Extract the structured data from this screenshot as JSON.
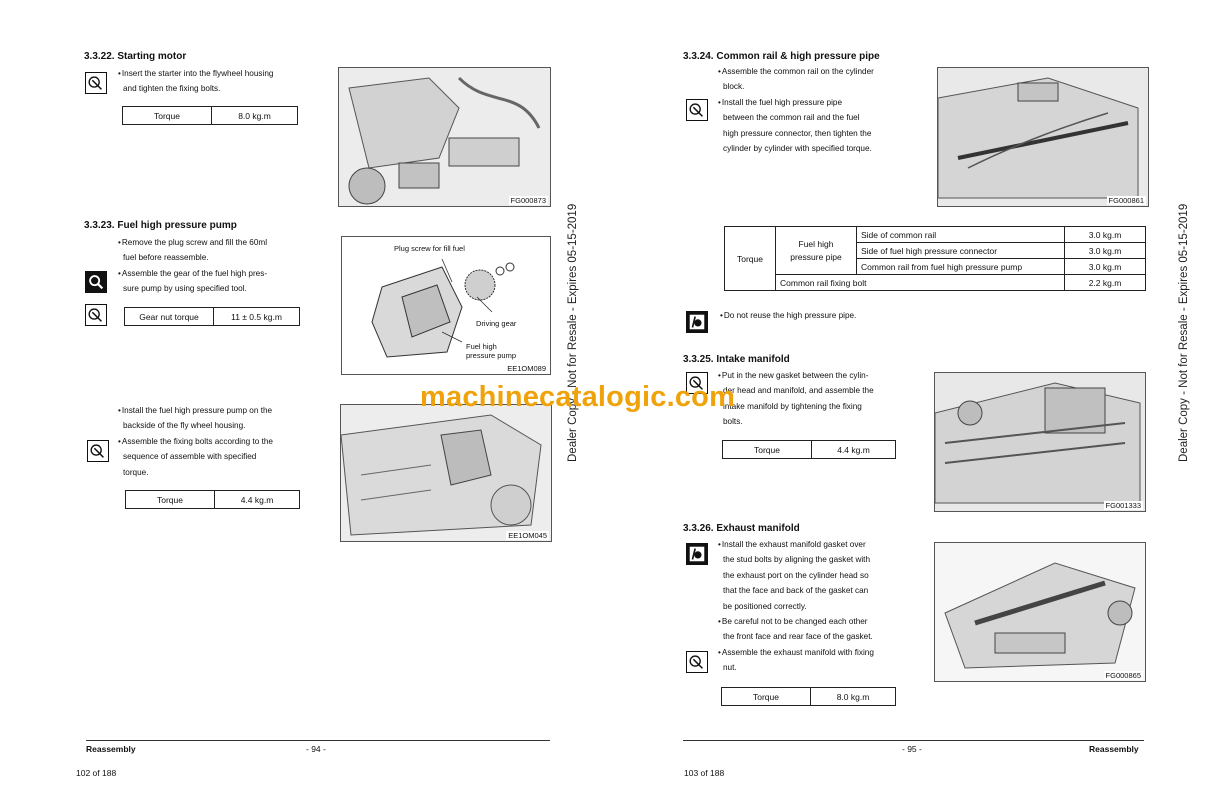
{
  "left": {
    "s3322": {
      "title": "3.3.22. Starting motor",
      "l1": "Insert the starter into the flywheel housing",
      "l2": "and tighten the fixing bolts.",
      "torque_label": "Torque",
      "torque_value": "8.0 kg.m",
      "fig_code": "FG000873"
    },
    "s3323": {
      "title": "3.3.23. Fuel high pressure pump",
      "l1": "Remove the plug screw and fill the 60ml",
      "l2": "fuel before reassemble.",
      "l3": "Assemble the gear of the fuel high pres-",
      "l4": "sure pump by using specified tool.",
      "gear_label": "Gear nut torque",
      "gear_value": "11 ± 0.5 kg.m",
      "fig_code": "EE1OM089",
      "callout_plug": "Plug screw for fill fuel",
      "callout_gear": "Driving gear",
      "callout_pump": "Fuel high\npressure pump",
      "l5": "Install the fuel high pressure pump on the",
      "l6": "backside of the fly wheel housing.",
      "l7": "Assemble the fixing bolts according to the",
      "l8": "sequence of assemble with specified",
      "l9": "torque.",
      "torque_label": "Torque",
      "torque_value": "4.4 kg.m",
      "fig2_code": "EE1OM045"
    },
    "footer_title": "Reassembly",
    "page_no": "- 94 -",
    "page_count": "102 of 188"
  },
  "right": {
    "s3324": {
      "title": "3.3.24. Common rail & high pressure pipe",
      "l1": "Assemble the common rail on the cylinder",
      "l2": "block.",
      "l3": "Install the fuel high pressure pipe",
      "l4": "between the common rail and the fuel",
      "l5": "high pressure connector, then tighten the",
      "l6": "cylinder by cylinder with specified torque.",
      "fig_code": "FG000861",
      "table": {
        "torque": "Torque",
        "pipe": "Fuel high\npressure pipe",
        "r1_desc": "Side of common rail",
        "r1_val": "3.0 kg.m",
        "r2_desc": "Side of fuel high pressure connector",
        "r2_val": "3.0 kg.m",
        "r3_desc": "Common rail from fuel high pressure pump",
        "r3_val": "3.0 kg.m",
        "r4_desc": "Common rail fixing bolt",
        "r4_val": "2.2 kg.m"
      },
      "note": "Do not reuse the high pressure pipe."
    },
    "s3325": {
      "title": "3.3.25. Intake manifold",
      "l1": "Put in the new gasket between the cylin-",
      "l2": "der head and manifold, and assemble the",
      "l3": "intake manifold by tightening the fixing",
      "l4": "bolts.",
      "torque_label": "Torque",
      "torque_value": "4.4 kg.m",
      "fig_code": "FG001333"
    },
    "s3326": {
      "title": "3.3.26. Exhaust manifold",
      "l1": "Install the exhaust manifold gasket over",
      "l2": "the stud bolts by aligning the gasket with",
      "l3": "the exhaust port on the cylinder head so",
      "l4": "that the face and back of the gasket can",
      "l5": "be positioned correctly.",
      "l6": "Be careful not to be changed each other",
      "l7": "the front face and rear face of the gasket.",
      "l8": "Assemble the exhaust manifold with fixing",
      "l9": "nut.",
      "torque_label": "Torque",
      "torque_value": "8.0 kg.m",
      "fig_code": "FG000865"
    },
    "footer_title": "Reassembly",
    "page_no": "- 95 -",
    "page_count": "103 of 188"
  },
  "stamp": "Dealer Copy - Not for Resale - Expires 05-15-2019",
  "watermark": "machinecatalogic.com"
}
